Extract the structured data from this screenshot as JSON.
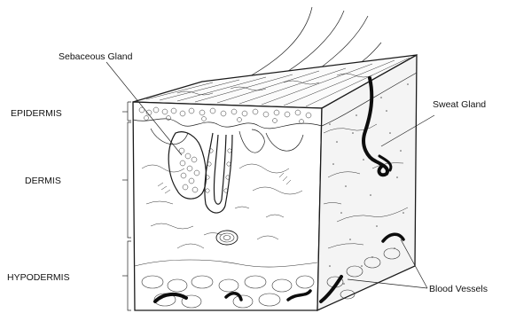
{
  "labels": {
    "sebaceous_gland": "Sebaceous Gland",
    "sweat_gland": "Sweat Gland",
    "blood_vessels": "Blood Vessels"
  },
  "layers": {
    "epidermis": "EPIDERMIS",
    "dermis": "DERMIS",
    "hypodermis": "HYPODERMIS"
  },
  "colors": {
    "ink": "#1a1a1a",
    "background": "#ffffff",
    "vessel": "#0d0d0d"
  }
}
